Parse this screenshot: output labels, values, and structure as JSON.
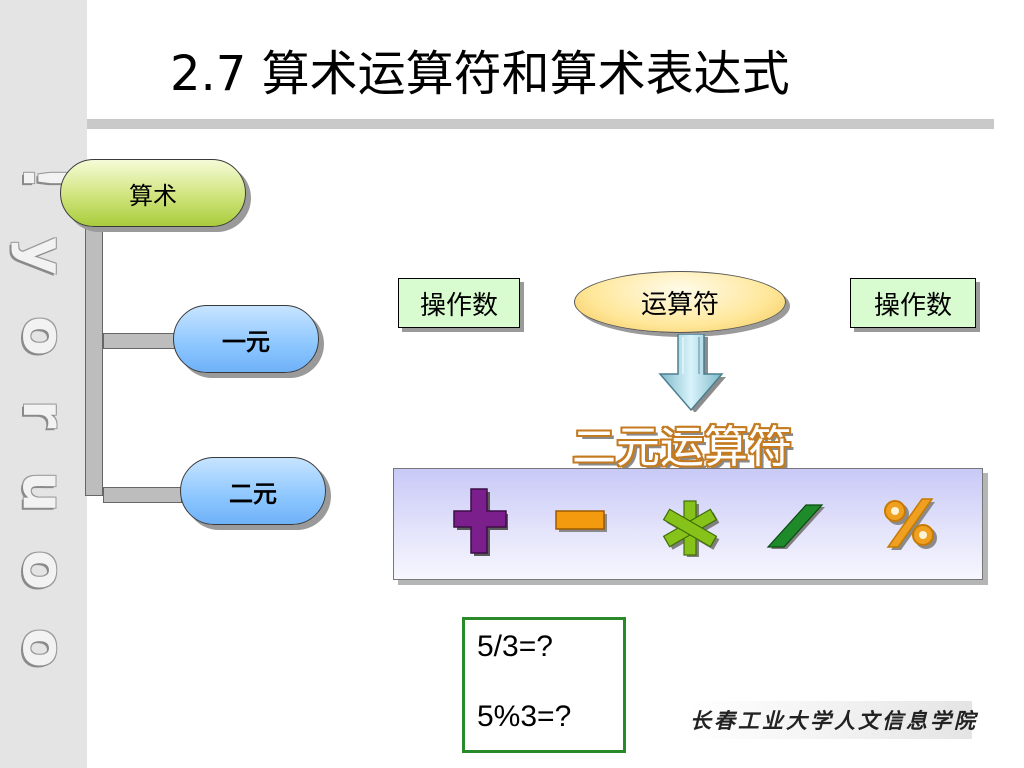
{
  "title": "2.7 算术运算符和算术表达式",
  "sidebar": {
    "letters": [
      "!",
      "y",
      "o",
      "r",
      "u",
      "o",
      "o"
    ]
  },
  "tree": {
    "root": "算术",
    "children": [
      "一元",
      "二元"
    ]
  },
  "operation": {
    "operand_left": "操作数",
    "operator": "运算符",
    "operand_right": "操作数"
  },
  "binary": {
    "title": "二元运算符",
    "operators": [
      {
        "symbol": "+",
        "color": "#7b1f8c"
      },
      {
        "symbol": "-",
        "color": "#f39a0f"
      },
      {
        "symbol": "*",
        "color": "#86c21a"
      },
      {
        "symbol": "/",
        "color": "#1e8a2a"
      },
      {
        "symbol": "%",
        "color": "#f0a020"
      }
    ]
  },
  "expressions": [
    "5/3=?",
    "5%3=?"
  ],
  "footer": "长春工业大学人文信息学院",
  "colors": {
    "sidebar": "#e4e4e4",
    "root_pill": "#cfe47c",
    "child_pill": "#8cc6ff",
    "operand_box": "#d8fcd0",
    "operator_oval": "#ffe79a",
    "panel": "#dcdcf8",
    "expr_border": "#2a8a2a"
  }
}
